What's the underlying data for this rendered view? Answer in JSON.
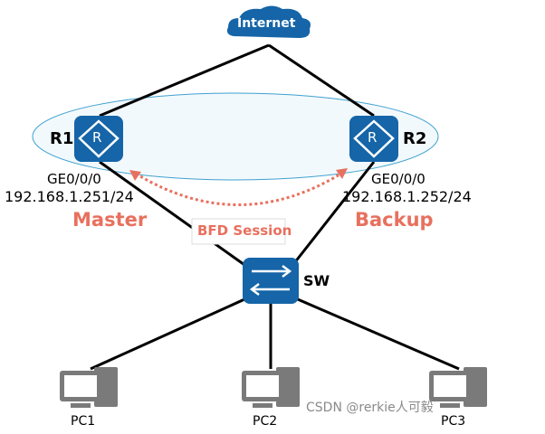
{
  "nodes": {
    "internet": "Internet",
    "r1": "R1",
    "r2": "R2",
    "sw": "SW",
    "pc1": "PC1",
    "pc2": "PC2",
    "pc3": "PC3",
    "router_glyph": "R"
  },
  "r1_if": {
    "name": "GE0/0/0",
    "ip": "192.168.1.251/24",
    "role": "Master"
  },
  "r2_if": {
    "name": "GE0/0/0",
    "ip": "192.168.1.252/24",
    "role": "Backup"
  },
  "bfd_label": "BFD Session",
  "watermark": "CSDN @rerkie人可毅",
  "colors": {
    "device": "#1565a8",
    "accent": "#e8705e",
    "pc": "#7a7a7a",
    "vrrp_group": "#f2f9fd"
  }
}
